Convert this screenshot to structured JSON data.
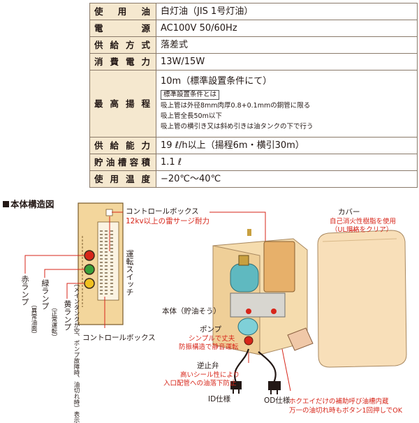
{
  "spec_table": {
    "rows": [
      {
        "label": "使用油",
        "value": "白灯油（JIS 1号灯油）"
      },
      {
        "label": "電　源",
        "value": "AC100V 50/60Hz"
      },
      {
        "label": "供給方式",
        "value": "落差式"
      },
      {
        "label": "消費電力",
        "value": "13W/15W"
      },
      {
        "label": "最高揚程",
        "value": "10m（標準設置条件にて）"
      },
      {
        "label": "供給能力",
        "value": "19 ℓ/h以上（揚程6m・横引30m）"
      },
      {
        "label": "貯油槽容積",
        "value": "1.1 ℓ"
      },
      {
        "label": "使用温度",
        "value": "−20℃〜40℃"
      }
    ],
    "condition_box_title": "標準設置条件とは",
    "condition_lines": [
      "吸上管は外径8mm肉厚0.8+0.1mmの銅管に限る",
      "吸上管全長50m以下",
      "吸上管の横引き又は斜め引きは油タンクの下で行う"
    ]
  },
  "section_title": "本体構造図",
  "labels": {
    "control_box": "コントロールボックス",
    "control_box_note": "12kv以上の雷サージ耐力",
    "run_switch": "運転スイッチ",
    "red_lamp": "赤ランプ",
    "red_lamp_note": "（異常油面）",
    "green_lamp": "緑ランプ",
    "green_lamp_note": "（正常運転）",
    "yellow_lamp": "黄ランプ",
    "yellow_lamp_note": "（メインタンクが空、ポンプ故障時、油切れ時）表示",
    "control_box_bottom": "コントロールボックス",
    "body": "本体（貯油そう）",
    "pump": "ポンプ",
    "pump_note1": "シンプルで丈夫",
    "pump_note2": "防振構造で静音運転",
    "check_valve": "逆止弁",
    "check_valve_note1": "高いシール性により",
    "check_valve_note2": "入口配管への油落下防止",
    "id_spec": "ID仕様",
    "od_spec": "OD仕様",
    "cover": "カバー",
    "cover_note1": "自己消火性樹脂を使用",
    "cover_note2": "（UL規格をクリア）",
    "bottom_note1": "ホクエイだけの補助呼び油槽内蔵",
    "bottom_note2": "万一の油切れ時もボタン1回押しでOK"
  },
  "colors": {
    "label_bg": "#f5e8cf",
    "accent_red": "#d7261a",
    "unit_body": "#f3d69c",
    "cover": "#f8dfb9"
  }
}
